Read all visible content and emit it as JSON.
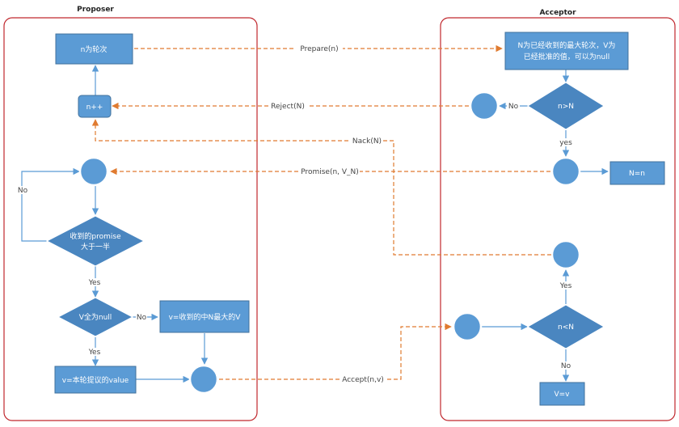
{
  "lanes": {
    "proposer": "Proposer",
    "acceptor": "Acceptor"
  },
  "proposer": {
    "round_box": "n为轮次",
    "increment_box": "n++",
    "promise_check_line1": "收到的promise",
    "promise_check_line2": "大于一半",
    "null_check": "V全为null",
    "set_v_max": "v=收到的中N最大的V",
    "set_v_own": "v=本轮提议的value",
    "no_loop_label": "No",
    "yes_label_1": "Yes",
    "yes_label_2": "Yes",
    "no_label_null": "No"
  },
  "acceptor": {
    "state_line1": "N为已经收到的最大轮次，V为",
    "state_line2": "已经批准的值，可以为null",
    "compare_prepare": "n>N",
    "compare_accept": "n<N",
    "set_N": "N=n",
    "set_V": "V=v",
    "no_label_prepare": "No",
    "yes_label_prepare": "yes",
    "yes_label_accept": "Yes",
    "no_label_accept": "No"
  },
  "messages": {
    "prepare": "Prepare(n)",
    "reject": "Reject(N)",
    "nack": "Nack(N)",
    "promise": "Promise(n, V_N)",
    "accept": "Accept(n,v)"
  },
  "colors": {
    "lane_border": "#c0272d",
    "box_fill": "#5b9bd5",
    "box_stroke": "#41719c",
    "diamond_fill": "#4a86c0",
    "circle_fill": "#5b9bd5",
    "flow_line": "#5b9bd5",
    "message_line": "#e07b30"
  }
}
